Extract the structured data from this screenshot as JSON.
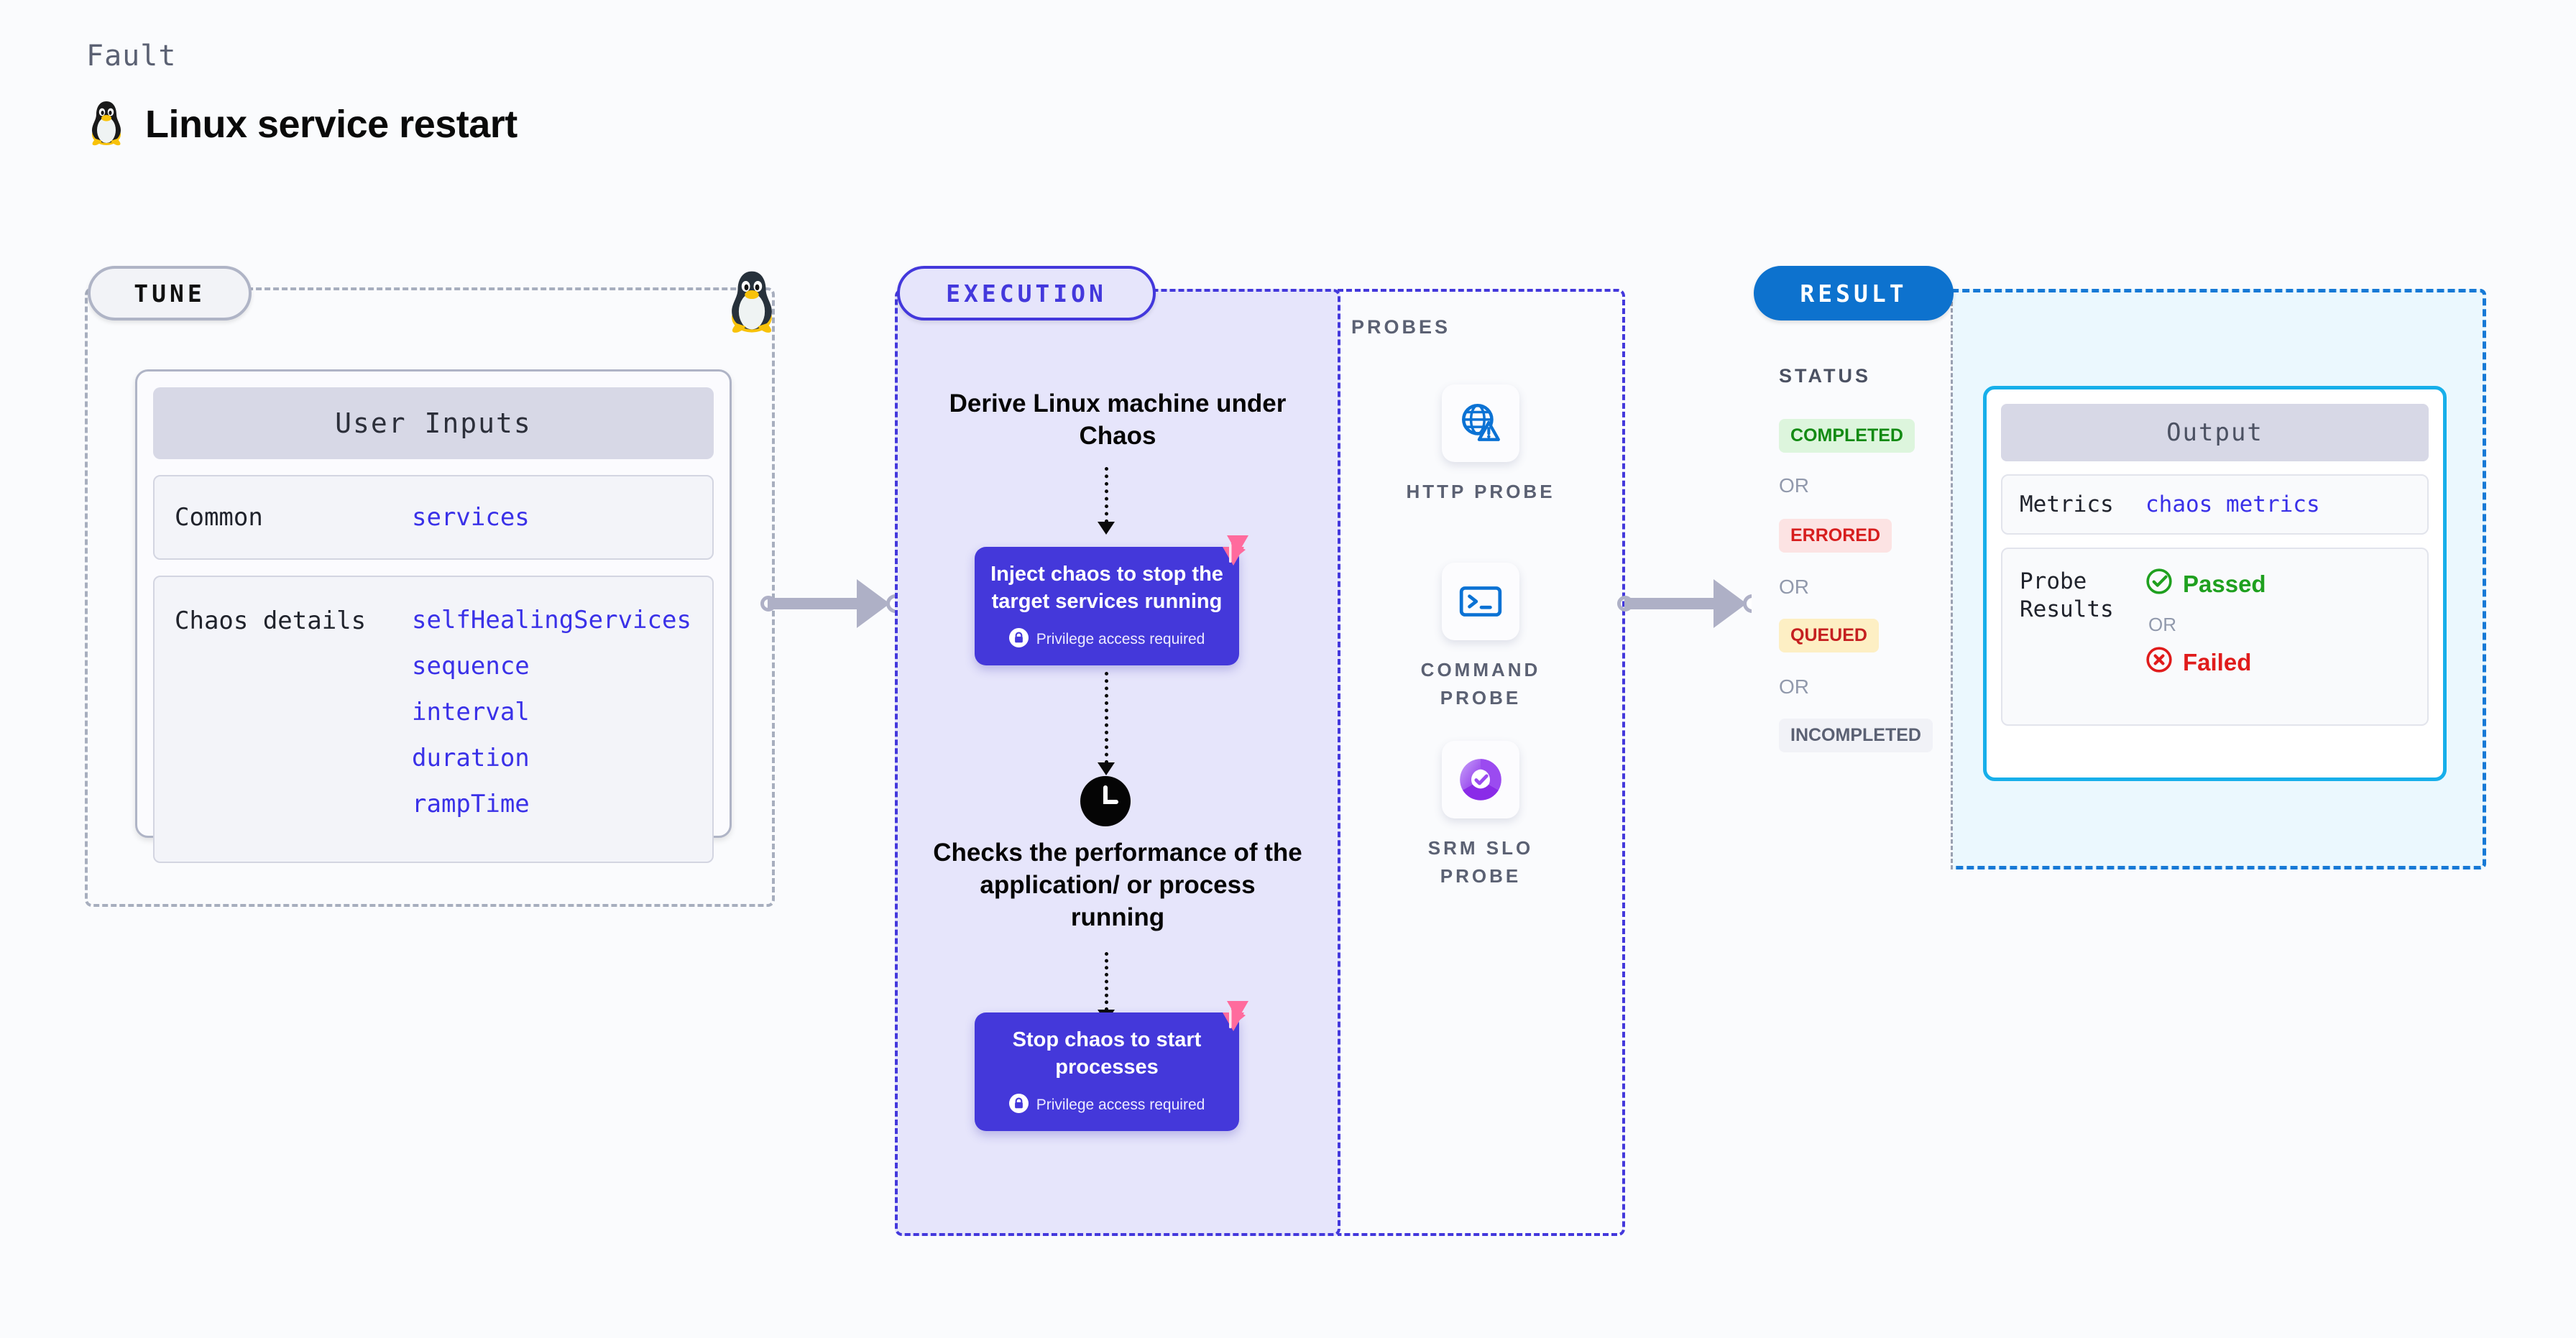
{
  "header": {
    "eyebrow": "Fault",
    "title": "Linux service restart",
    "icon": "tux-penguin-icon"
  },
  "tune": {
    "badge": "TUNE",
    "card_title": "User Inputs",
    "rows": [
      {
        "key": "Common",
        "values": [
          "services"
        ]
      },
      {
        "key": "Chaos details",
        "values": [
          "selfHealingServices",
          "sequence",
          "interval",
          "duration",
          "rampTime"
        ]
      }
    ]
  },
  "execution": {
    "badge": "EXECUTION",
    "step1": "Derive Linux machine under Chaos",
    "card1_title": "Inject chaos to stop the target services running",
    "card1_note": "Privilege access required",
    "step2": "Checks the performance of the application/ or process running",
    "card2_title": "Stop chaos to start processes",
    "card2_note": "Privilege access required",
    "clock_icon": "clock-icon",
    "harness_icon": "harness-logo-icon",
    "lock_icon": "lock-icon"
  },
  "probes": {
    "label": "PROBES",
    "items": [
      {
        "label": "HTTP PROBE",
        "icon": "globe-warning-icon"
      },
      {
        "label": "COMMAND PROBE",
        "icon": "terminal-icon"
      },
      {
        "label": "SRM SLO PROBE",
        "icon": "slo-donut-check-icon"
      }
    ]
  },
  "result": {
    "badge": "RESULT",
    "status_label": "STATUS",
    "or": "OR",
    "statuses": [
      {
        "label": "COMPLETED",
        "bg": "#DDF5DD",
        "fg": "#138A13"
      },
      {
        "label": "ERRORED",
        "bg": "#FCE3E3",
        "fg": "#D71E1E"
      },
      {
        "label": "QUEUED",
        "bg": "#FDEFC4",
        "fg": "#C52020"
      },
      {
        "label": "INCOMPLETED",
        "bg": "#F1F2F7",
        "fg": "#5B6173"
      }
    ],
    "output": {
      "title": "Output",
      "metrics_key": "Metrics",
      "metrics_value": "chaos metrics",
      "probe_key": "Probe Results",
      "passed": "Passed",
      "failed": "Failed",
      "or": "OR",
      "passed_color": "#1FA01F",
      "failed_color": "#E01B1B"
    }
  },
  "colors": {
    "purple": "#4338DC",
    "blue": "#0D72CE",
    "cyan": "#17AFEA",
    "value_blue": "#3A31E8",
    "pink": "#FF6B9D"
  }
}
